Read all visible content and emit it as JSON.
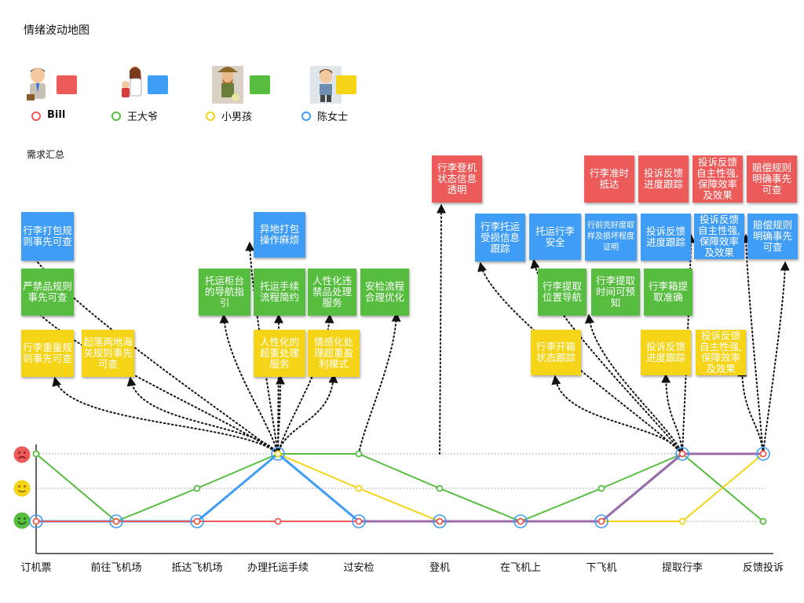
{
  "title": "情绪波动地图",
  "subtitle": "需求汇总",
  "legend": [
    {
      "name": "Bill",
      "color": "#ec5a5a",
      "avatar": "businessman-avatar"
    },
    {
      "name": "王大爷",
      "color": "#3f9df5",
      "avatar": "doctor-family-avatar"
    },
    {
      "name": "小男孩",
      "color": "#56bd3f",
      "avatar": "farmer-avatar"
    },
    {
      "name": "陈女士",
      "color": "#f5d316",
      "avatar": "boy-avatar"
    }
  ],
  "emotion_levels": [
    {
      "icon": "sad-face-icon",
      "color": "#ec5a5a"
    },
    {
      "icon": "neutral-face-icon",
      "color": "#f5d316"
    },
    {
      "icon": "happy-face-icon",
      "color": "#56bd3f"
    }
  ],
  "chart_data": {
    "type": "line",
    "categories": [
      "订机票",
      "前往飞机场",
      "抵达飞机场",
      "办理托运手续",
      "过安检",
      "登机",
      "在飞机上",
      "下飞机",
      "提取行李",
      "反馈投诉"
    ],
    "y_levels": [
      "happy",
      "neutral",
      "sad"
    ],
    "series": [
      {
        "color": "#56bd3f",
        "values": [
          2,
          0,
          1,
          2,
          2,
          1,
          0,
          1,
          2,
          0
        ]
      },
      {
        "color": "#f5d316",
        "values": [
          0,
          0,
          0,
          2,
          1,
          0,
          0,
          0,
          0,
          2
        ]
      },
      {
        "color": "#3f9df5",
        "values": [
          0,
          0,
          0,
          2,
          0,
          0,
          0,
          0,
          2,
          2
        ]
      },
      {
        "color": "#ec5a5a",
        "values": [
          0,
          0,
          0,
          0,
          0,
          0,
          0,
          0,
          2,
          2
        ]
      }
    ]
  },
  "notes": [
    {
      "id": "n1",
      "color": "blue",
      "text": "行李打包规则事先可查",
      "source": 3
    },
    {
      "id": "n2",
      "color": "green",
      "text": "严禁品规则事先可查",
      "source": 3
    },
    {
      "id": "n3",
      "color": "yellow",
      "text": "行李重量规则事先可查",
      "source": 3
    },
    {
      "id": "n4",
      "color": "yellow",
      "text": "起落两地海关规则事先可查",
      "source": 3
    },
    {
      "id": "n5",
      "color": "blue",
      "text": "异地打包操作麻烦",
      "source": 3
    },
    {
      "id": "n6",
      "color": "green",
      "text": "托运柜台的导航指引",
      "source": 3
    },
    {
      "id": "n7",
      "color": "green",
      "text": "托运手续流程简约",
      "source": 3
    },
    {
      "id": "n8",
      "color": "green",
      "text": "人性化违禁品处理服务",
      "source": 3
    },
    {
      "id": "n9",
      "color": "green",
      "text": "安检流程合理优化",
      "source": 4
    },
    {
      "id": "n10",
      "color": "yellow",
      "text": "人性化的超重处理服务",
      "source": 3
    },
    {
      "id": "n11",
      "color": "yellow",
      "text": "情感化处理超重盈利模式",
      "source": 3
    },
    {
      "id": "n12",
      "color": "red",
      "text": "行李登机状态信息透明",
      "source": 5
    },
    {
      "id": "n13",
      "color": "blue",
      "text": "行李托运受损信息跟踪",
      "source": 8
    },
    {
      "id": "n14",
      "color": "blue",
      "text": "托运行李安全",
      "source": 8
    },
    {
      "id": "n15",
      "color": "blue",
      "text": "行前完好度取样及损坏程度证明",
      "source": 8
    },
    {
      "id": "n16",
      "color": "blue",
      "text": "投诉反馈进度跟踪",
      "source": 9
    },
    {
      "id": "n17",
      "color": "blue",
      "text": "投诉反馈自主性强,保障效率及效果",
      "source": 9
    },
    {
      "id": "n18",
      "color": "blue",
      "text": "赔偿规则明确事先可查",
      "source": 9
    },
    {
      "id": "n19",
      "color": "red",
      "text": "行李准时抵达",
      "source": 8
    },
    {
      "id": "n20",
      "color": "red",
      "text": "投诉反馈进度跟踪",
      "source": 9
    },
    {
      "id": "n21",
      "color": "red",
      "text": "投诉反馈自主性强,保障效率及效果",
      "source": 9
    },
    {
      "id": "n22",
      "color": "red",
      "text": "赔偿规则明确事先可查",
      "source": 9
    },
    {
      "id": "n23",
      "color": "green",
      "text": "行李提取位置导航",
      "source": 8
    },
    {
      "id": "n24",
      "color": "green",
      "text": "行李提取时间可预知",
      "source": 8
    },
    {
      "id": "n25",
      "color": "green",
      "text": "行李箱提取准确",
      "source": 8
    },
    {
      "id": "n26",
      "color": "yellow",
      "text": "行李开箱状态跟踪",
      "source": 8
    },
    {
      "id": "n27",
      "color": "yellow",
      "text": "投诉反馈进度跟踪",
      "source": 8
    },
    {
      "id": "n28",
      "color": "yellow",
      "text": "投诉反馈自主性强,保障效率及效果",
      "source": 9
    }
  ]
}
